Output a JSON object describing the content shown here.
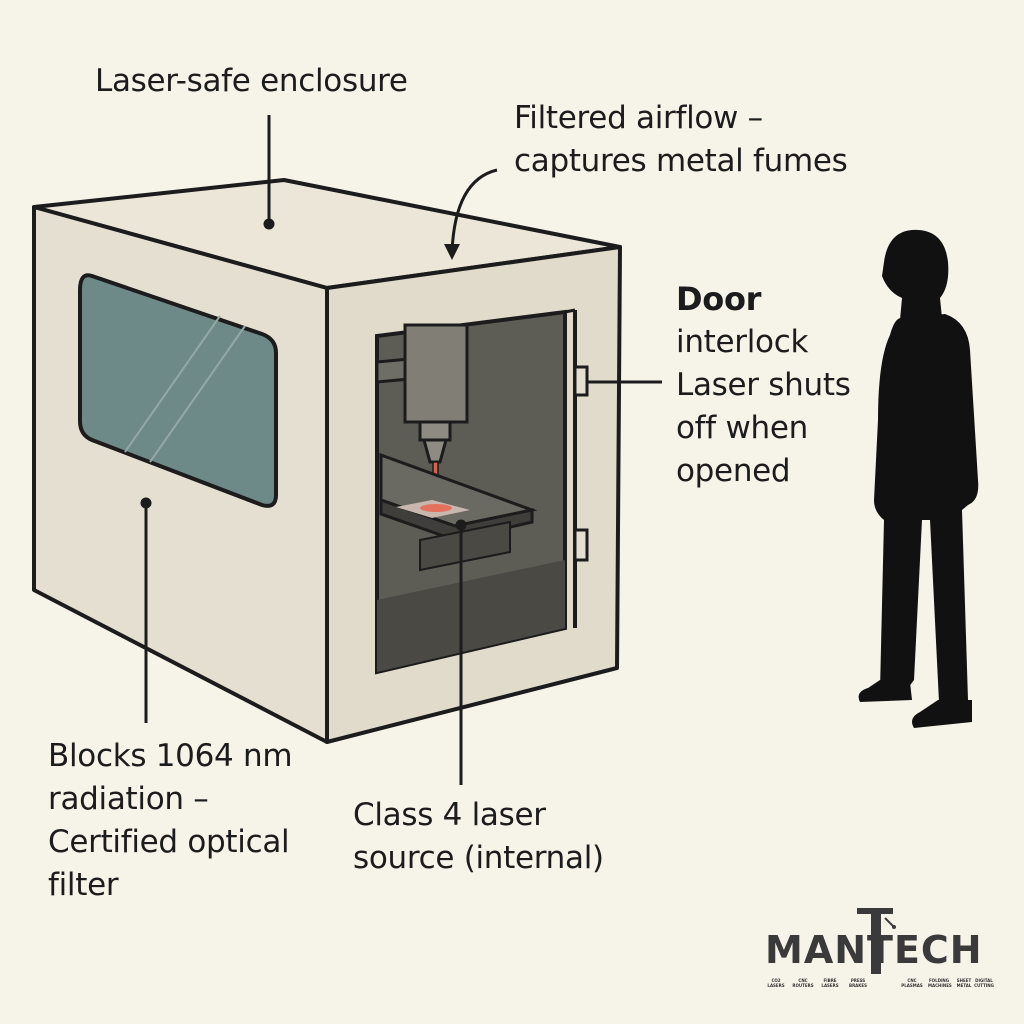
{
  "labels": {
    "enclosure": "Laser-safe enclosure",
    "airflow": "Filtered airflow –\ncaptures metal fumes",
    "door_title": "Door",
    "door_body": "interlock\nLaser shuts\noff when\nopened",
    "filter": "Blocks 1064 nm\nradiation –\nCertified optical\nfilter",
    "source": "Class 4 laser\nsource (internal)"
  },
  "logo": {
    "text": "MANTECH",
    "categories": [
      "CO2 LASERS",
      "CNC ROUTERS",
      "FIBRE LASERS",
      "PRESS BRAKES",
      "CNC PLASMAS",
      "FOLDING MACHINES",
      "SHEET METAL",
      "DIGITAL CUTTING"
    ]
  },
  "colors": {
    "background": "#f6f3e8",
    "enclosure": "#e4dfd0",
    "window": "#6e8a88",
    "interior": "#5a5952",
    "laser_beam": "#d9614f",
    "silhouette": "#111111"
  }
}
